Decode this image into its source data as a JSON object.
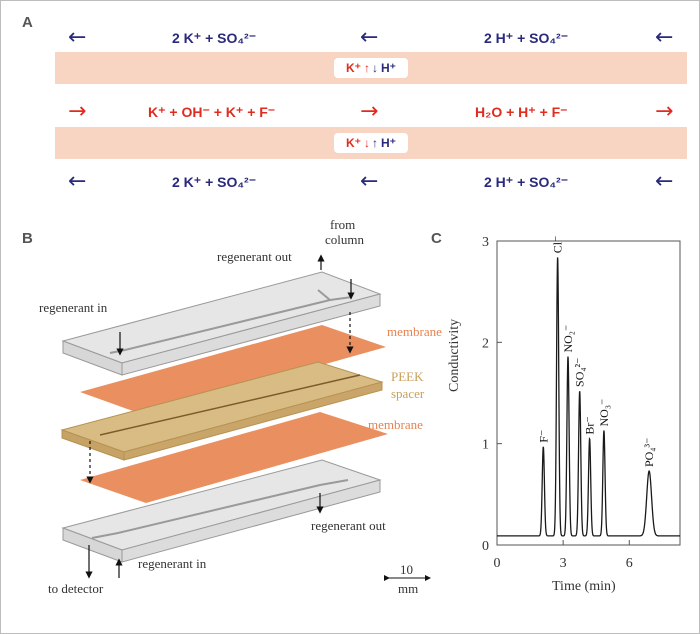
{
  "panelA": {
    "letter": "A",
    "top_left": "2 K⁺  +  SO₄²⁻",
    "top_right": "2 H⁺  +  SO₄²⁻",
    "exchange_upper": [
      "K⁺",
      "↑",
      "↓",
      "H⁺"
    ],
    "mid_left": "K⁺ + OH⁻  +  K⁺ + F⁻",
    "mid_right": "H₂O  +  H⁺ + F⁻",
    "exchange_lower": [
      "K⁺",
      "↓",
      "↑",
      "H⁺"
    ],
    "bottom_left": "2 K⁺  +  SO₄²⁻",
    "bottom_right": "2 H⁺  +  SO₄²⁻",
    "arrow_left": "←",
    "arrow_right": "→",
    "colors": {
      "blue": "#2a2a7c",
      "red": "#e02c20",
      "band": "#f8d4c2"
    }
  },
  "panelB": {
    "letter": "B",
    "from_column": [
      "from",
      "column"
    ],
    "regenerant_out_top": "regenerant out",
    "regenerant_in_top": "regenerant in",
    "membrane_top": "membrane",
    "peek_spacer": [
      "PEEK",
      "spacer"
    ],
    "membrane_bottom": "membrane",
    "regenerant_out_bottom": "regenerant out",
    "regenerant_in_bottom": "regenerant in",
    "to_detector": "to detector",
    "scale": [
      "10",
      "mm"
    ],
    "colors": {
      "membrane": "#e8834f",
      "spacer": "#c9a05a"
    }
  },
  "panelC": {
    "letter": "C",
    "ylabel": "Conductivity",
    "xlabel": "Time (min)"
  },
  "chart_data": {
    "type": "line",
    "xlabel": "Time (min)",
    "ylabel": "Conductivity",
    "xlim": [
      0,
      8.3
    ],
    "ylim": [
      0,
      3
    ],
    "xticks": [
      "0",
      "3",
      "6"
    ],
    "yticks": [
      "0",
      "1",
      "2",
      "3"
    ],
    "grid": false,
    "baseline": 0.09,
    "peaks": [
      {
        "label": "F⁻",
        "t": 2.1,
        "height": 0.97
      },
      {
        "label": "Cl⁻",
        "t": 2.75,
        "height": 2.84
      },
      {
        "label": "NO₂⁻",
        "t": 3.22,
        "height": 1.86
      },
      {
        "label": "SO₄²⁻",
        "t": 3.75,
        "height": 1.52
      },
      {
        "label": "Br⁻",
        "t": 4.2,
        "height": 1.05
      },
      {
        "label": "NO₃⁻",
        "t": 4.85,
        "height": 1.13
      },
      {
        "label": "PO₄³⁻",
        "t": 6.9,
        "height": 0.73
      }
    ]
  }
}
